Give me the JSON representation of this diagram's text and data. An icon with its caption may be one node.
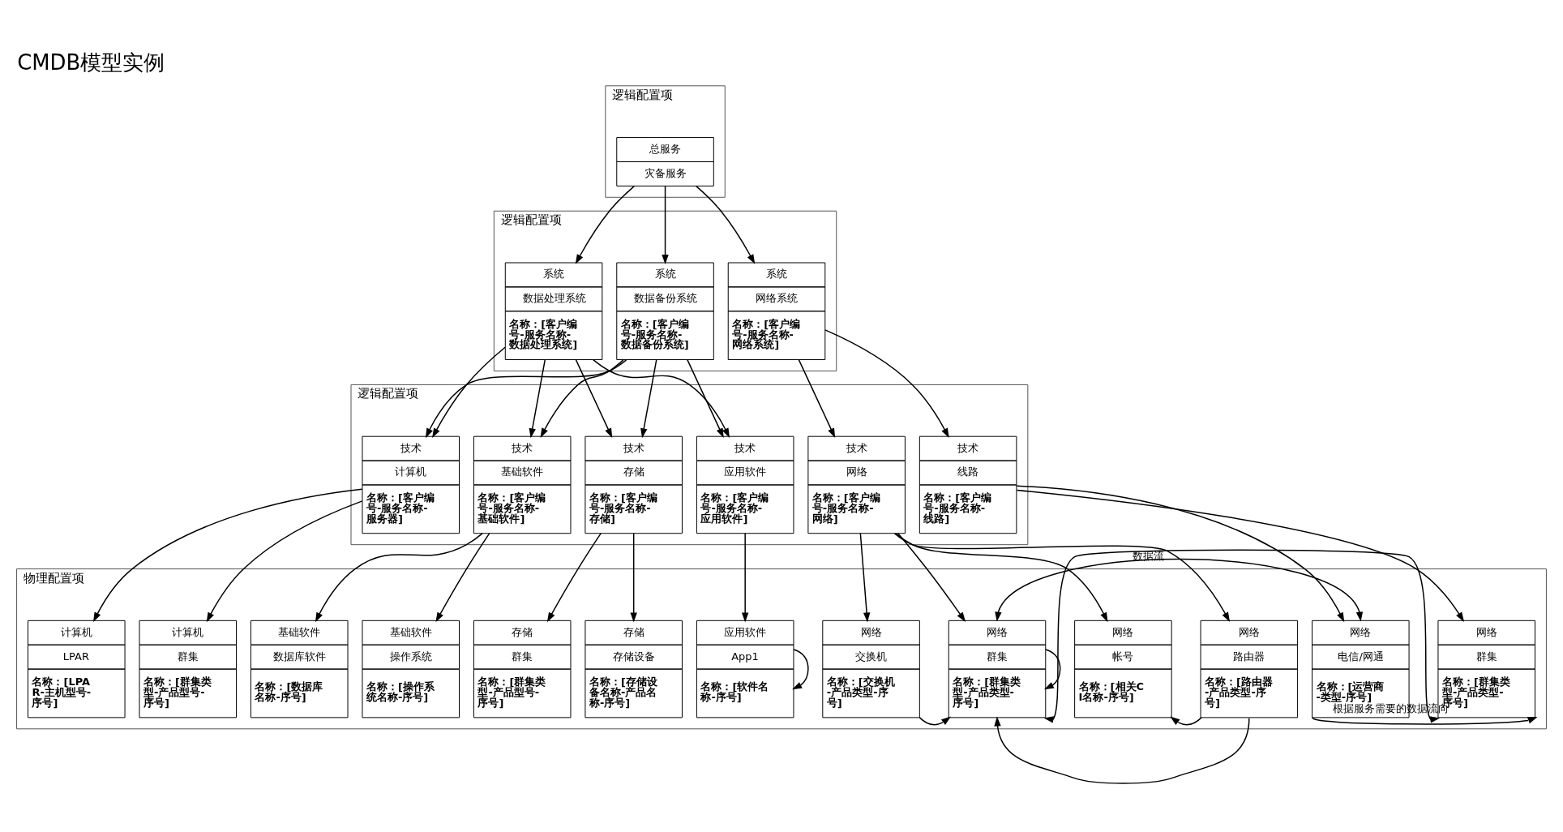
{
  "diagram": {
    "title": "CMDB模型实例",
    "nodes": [
      {
        "text": [
          "逻辑配置项"
        ]
      },
      {
        "text": [
          "总服务",
          "灾备服务"
        ],
        "in": 0
      },
      {
        "text": [
          "逻辑配置项"
        ]
      },
      {
        "text": [
          "系统",
          "数据处理系统",
          "名称：[客户编号-服务名称-数据处理系统]"
        ],
        "in": 2
      },
      {
        "text": [
          "系统",
          "数据备份系统",
          "名称：[客户编号-服务名称-数据备份系统]"
        ],
        "in": 2
      },
      {
        "text": [
          "系统",
          "网络系统",
          "名称：[客户编号-服务名称-网络系统]"
        ],
        "in": 2
      },
      {
        "text": [
          "逻辑配置项"
        ]
      },
      {
        "text": [
          "技术",
          "计算机",
          "名称：[客户编号-服务名称-服务器]"
        ],
        "in": 6
      },
      {
        "text": [
          "技术",
          "存储",
          "名称：[客户编号-服务名称-存储]"
        ],
        "in": 6
      },
      {
        "text": [
          "技术",
          "基础软件",
          "名称：[客户编号-服务名称-基础软件]"
        ],
        "in": 6
      },
      {
        "text": [
          "技术",
          "应用软件",
          "名称：[客户编号-服务名称-应用软件]"
        ],
        "in": 6
      },
      {
        "text": [
          "技术",
          "网络",
          "名称：[客户编号-服务名称-网络]"
        ],
        "in": 6
      },
      {
        "text": [
          "技术",
          "线路",
          "名称：[客户编号-服务名称-线路]"
        ],
        "in": 6
      },
      {
        "text": [
          "物理配置项"
        ]
      },
      {
        "text": [
          "计算机",
          "群集",
          "名称：[群集类型-产品型号-序号]"
        ],
        "in": 13
      },
      {
        "text": [
          "计算机",
          "LPAR",
          "名称：[LPAR-主机型号-序号]"
        ],
        "in": 13
      },
      {
        "text": [
          "存储",
          "存储设备",
          "名称：[存储设备名称-产品名称-序号]"
        ],
        "in": 13
      },
      {
        "text": [
          "存储",
          "群集",
          "名称：[群集类型-产品型号-序号]"
        ],
        "in": 13
      },
      {
        "text": [
          "基础软件",
          "数据库软件",
          "名称：[数据库名称-序号]"
        ],
        "in": 13
      },
      {
        "text": [
          "基础软件",
          "操作系统",
          "名称：[操作系统名称-序号]"
        ],
        "in": 13
      },
      {
        "text": [
          "应用软件",
          "App1",
          "名称：[软件名称-序号]"
        ],
        "in": 13
      },
      {
        "text": [
          "网络",
          "帐号",
          "名称：[相关CI名称-序号]"
        ],
        "in": 13
      },
      {
        "text": [
          "网络",
          "路由器",
          "名称：[路由器-产品类型-序号]"
        ],
        "in": 13
      },
      {
        "text": [
          "网络",
          "交换机",
          "名称：[交换机-产品类型-序号]"
        ],
        "in": 13
      },
      {
        "text": [
          "网络",
          "群集",
          "名称：[群集类型-产品类型-序号]"
        ],
        "in": 13
      },
      {
        "text": [
          "网络",
          "电信/网通",
          "名称：[运营商-类型-序号]"
        ],
        "in": 13
      },
      {
        "text": [
          "网络",
          "群集",
          "名称：[群集类型-产品类型-序号]"
        ],
        "in": 13
      }
    ],
    "edges": [
      {
        "from": 1,
        "to": 3,
        "arrow": "to"
      },
      {
        "from": 1,
        "to": 4,
        "arrow": "to"
      },
      {
        "from": 1,
        "to": 5,
        "arrow": "to"
      },
      {
        "from": 3,
        "to": 7,
        "arrow": "to"
      },
      {
        "from": 3,
        "to": 8,
        "arrow": "to"
      },
      {
        "from": 3,
        "to": 9,
        "arrow": "to"
      },
      {
        "from": 3,
        "to": 10,
        "arrow": "to"
      },
      {
        "from": 4,
        "to": 7,
        "arrow": "to"
      },
      {
        "from": 4,
        "to": 8,
        "arrow": "to"
      },
      {
        "from": 4,
        "to": 9,
        "arrow": "to"
      },
      {
        "from": 4,
        "to": 10,
        "arrow": "to"
      },
      {
        "from": 5,
        "to": 11,
        "arrow": "to"
      },
      {
        "from": 5,
        "to": 12,
        "arrow": "to"
      },
      {
        "from": 7,
        "to": 14,
        "arrow": "to"
      },
      {
        "from": 7,
        "to": 15,
        "arrow": "to"
      },
      {
        "from": 8,
        "to": 16,
        "arrow": "to"
      },
      {
        "from": 8,
        "to": 17,
        "arrow": "to"
      },
      {
        "from": 9,
        "to": 18,
        "arrow": "to"
      },
      {
        "from": 9,
        "to": 19,
        "arrow": "to"
      },
      {
        "from": 10,
        "to": 20,
        "arrow": "to"
      },
      {
        "from": 11,
        "to": 21,
        "arrow": "to"
      },
      {
        "from": 11,
        "to": 22,
        "arrow": "to"
      },
      {
        "from": 11,
        "to": 23,
        "arrow": "to"
      },
      {
        "from": 11,
        "to": 24,
        "arrow": "to"
      },
      {
        "from": 12,
        "to": 25,
        "arrow": "to"
      },
      {
        "from": 12,
        "to": 26,
        "arrow": "to"
      },
      {
        "from": 24,
        "to": 25,
        "arrow": "both",
        "label": "数据流"
      },
      {
        "from": 20,
        "to": 20,
        "arrow": "to"
      },
      {
        "from": 24,
        "to": 24,
        "arrow": "to"
      },
      {
        "from": 22,
        "to": 21,
        "arrow": "to"
      },
      {
        "from": 23,
        "to": 24,
        "arrow": "to"
      },
      {
        "from": 22,
        "to": 24,
        "arrow": "to"
      },
      {
        "from": 25,
        "to": 26,
        "arrow": "to"
      },
      {
        "from": 24,
        "to": 26,
        "arrow": "both",
        "label": "根据服务需要的数据流向"
      }
    ]
  }
}
